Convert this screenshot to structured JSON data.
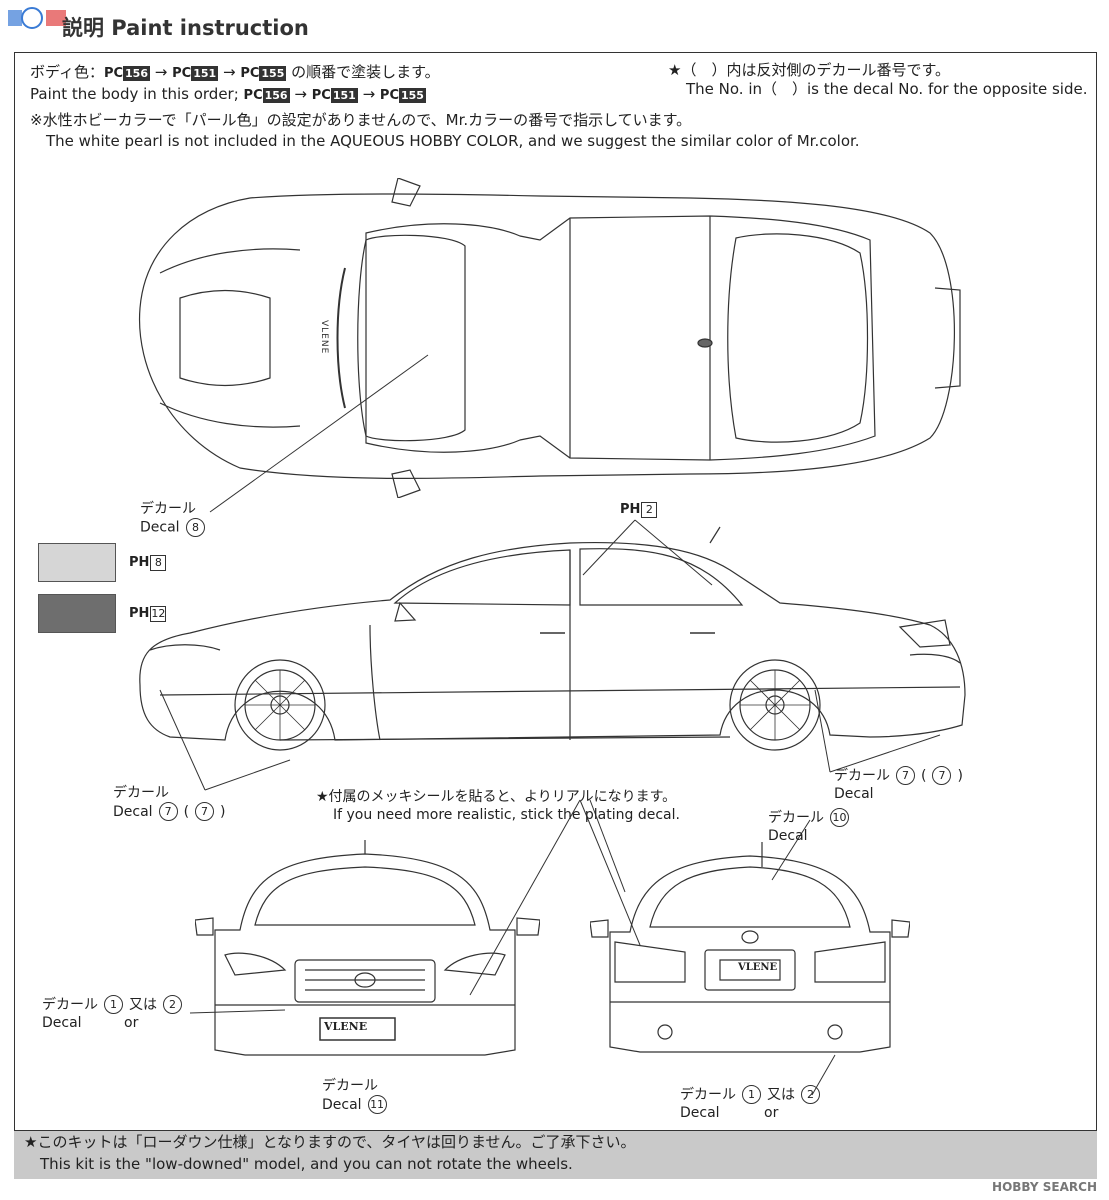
{
  "header": {
    "title": "説明  Paint instruction"
  },
  "intro": {
    "jp_body_prefix": "ボディ色：",
    "jp_body_suffix": " の順番で塗装します。",
    "en_body_prefix": "Paint the body in this order; ",
    "codes": [
      "156",
      "151",
      "155"
    ],
    "pc_label": "PC",
    "arrow": "→",
    "note_jp": "※水性ホビーカラーで「パール色」の設定がありませんので、Mr.カラーの番号で指示しています。",
    "note_en": "The white pearl is not included in the AQUEOUS HOBBY COLOR, and we suggest the similar color of Mr.color.",
    "star_jp": "★（　）内は反対側のデカール番号です。",
    "star_en": "The No. in（　）is the decal No. for the opposite side."
  },
  "swatches": [
    {
      "ph": "8",
      "color": "#d6d6d6"
    },
    {
      "ph": "12",
      "color": "#6e6e6e"
    }
  ],
  "ph_label": "PH",
  "ph_side": "2",
  "top_view": {
    "decal_jp": "デカール",
    "decal_en": "Decal",
    "decal_num": "8",
    "roof_text": "VLENE"
  },
  "side_view": {
    "left_decal_jp": "デカール",
    "left_decal_en": "Decal",
    "left_num": "7",
    "left_opp": "7",
    "right_decal_jp": "デカール",
    "right_decal_en": "Decal",
    "right_num": "7",
    "right_opp": "7",
    "plating_jp": "★付属のメッキシールを貼ると、よりリアルになります。",
    "plating_en": "If you need more realistic, stick the plating decal."
  },
  "front_view": {
    "decal_jp": "デカール",
    "decal_en": "Decal",
    "num_a": "1",
    "num_b": "2",
    "or_jp": "又は",
    "or_en": "or",
    "plate_text": "VLENE",
    "bottom_decal_jp": "デカール",
    "bottom_decal_en": "Decal",
    "bottom_num": "11"
  },
  "rear_view": {
    "top_decal_jp": "デカール",
    "top_decal_en": "Decal",
    "top_num": "10",
    "plate_text": "VLENE",
    "decal_jp": "デカール",
    "decal_en": "Decal",
    "num_a": "1",
    "num_b": "2",
    "or_jp": "又は",
    "or_en": "or"
  },
  "footer": {
    "jp": "★このキットは「ローダウン仕様」となりますので、タイヤは回りません。ご了承下さい。",
    "en": "This kit is the \"low-downed\" model, and you can not rotate the wheels."
  },
  "credit": "HOBBY SEARCH"
}
